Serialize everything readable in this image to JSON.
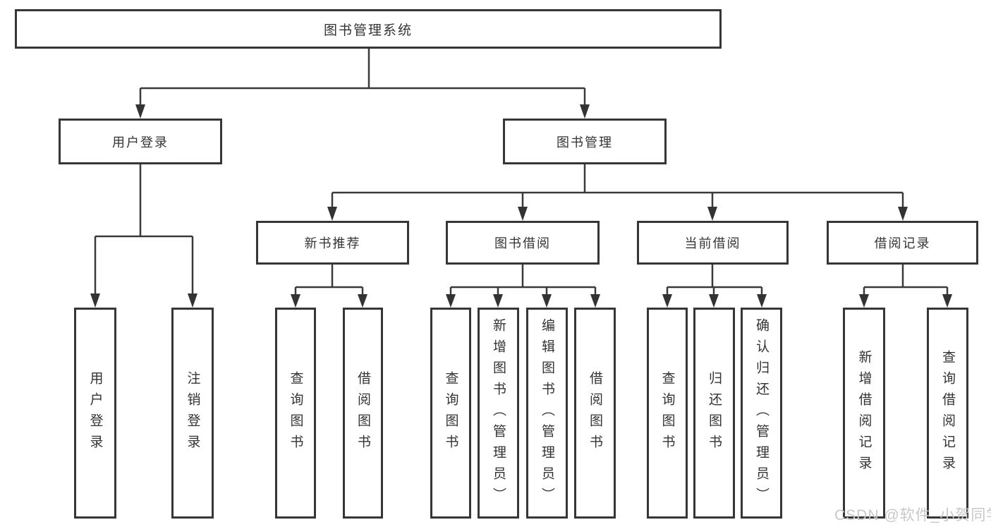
{
  "colors": {
    "line": "#3a3a3a",
    "box_border": "#363636",
    "text": "#333333",
    "watermark_text": "#c8c8c8",
    "background": "#ffffff"
  },
  "watermark": {
    "text": "CSDN @软件_小贺同学"
  },
  "tree": {
    "root": {
      "label": "图书管理系统"
    },
    "branches": [
      {
        "label": "用户登录",
        "leaves": [
          {
            "label": "用户登录"
          },
          {
            "label": "注销登录"
          }
        ]
      },
      {
        "label": "图书管理",
        "groups": [
          {
            "label": "新书推荐",
            "leaves": [
              {
                "label": "查询图书"
              },
              {
                "label": "借阅图书"
              }
            ]
          },
          {
            "label": "图书借阅",
            "leaves": [
              {
                "label": "查询图书"
              },
              {
                "label": "新增图书（管理员）"
              },
              {
                "label": "编辑图书（管理员）"
              },
              {
                "label": "借阅图书"
              }
            ]
          },
          {
            "label": "当前借阅",
            "leaves": [
              {
                "label": "查询图书"
              },
              {
                "label": "归还图书"
              },
              {
                "label": "确认归还（管理员）"
              }
            ]
          },
          {
            "label": "借阅记录",
            "leaves": [
              {
                "label": "新增借阅记录"
              },
              {
                "label": "查询借阅记录"
              }
            ]
          }
        ]
      }
    ]
  }
}
